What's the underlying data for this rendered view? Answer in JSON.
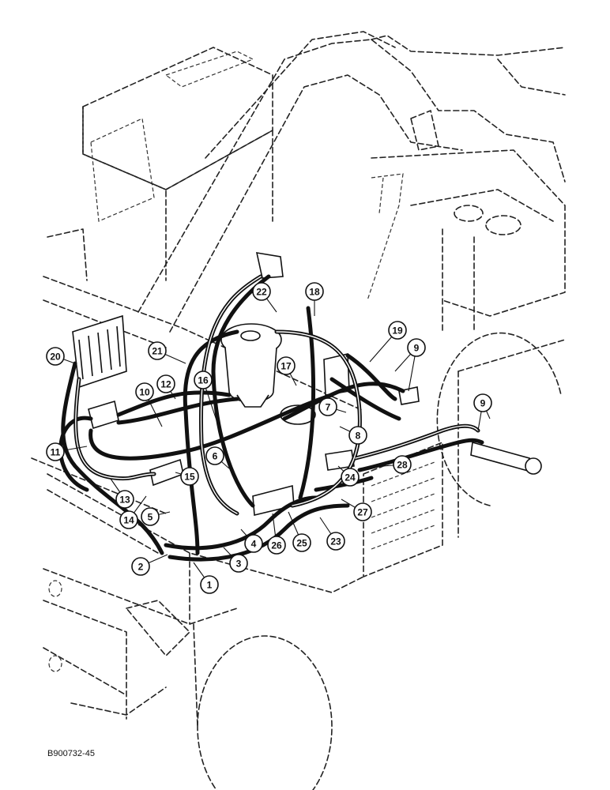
{
  "figure_code": "B900732-45",
  "callouts": [
    {
      "label": "1"
    },
    {
      "label": "2"
    },
    {
      "label": "3"
    },
    {
      "label": "4"
    },
    {
      "label": "5"
    },
    {
      "label": "6"
    },
    {
      "label": "7"
    },
    {
      "label": "8"
    },
    {
      "label": "9"
    },
    {
      "label": "9"
    },
    {
      "label": "10"
    },
    {
      "label": "11"
    },
    {
      "label": "12"
    },
    {
      "label": "13"
    },
    {
      "label": "14"
    },
    {
      "label": "15"
    },
    {
      "label": "16"
    },
    {
      "label": "17"
    },
    {
      "label": "18"
    },
    {
      "label": "19"
    },
    {
      "label": "20"
    },
    {
      "label": "21"
    },
    {
      "label": "22"
    },
    {
      "label": "23"
    },
    {
      "label": "24"
    },
    {
      "label": "25"
    },
    {
      "label": "26"
    },
    {
      "label": "27"
    },
    {
      "label": "28"
    }
  ]
}
